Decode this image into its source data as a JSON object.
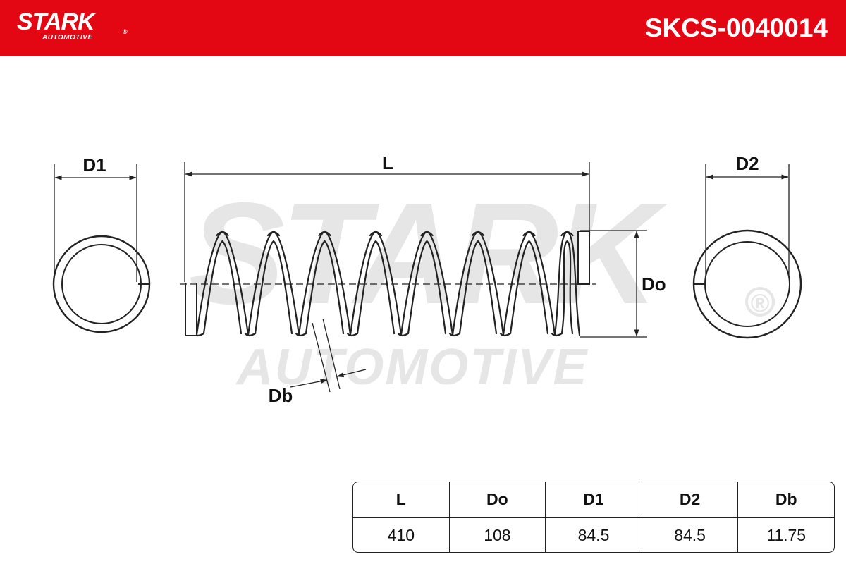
{
  "header": {
    "brand_name": "STARK",
    "brand_sub": "AUTOMOTIVE",
    "brand_reg": "®",
    "part_number": "SKCS-0040014",
    "color": "#e30613"
  },
  "watermark": {
    "brand_name": "STARK",
    "brand_sub": "AUTOMOTIVE",
    "brand_reg": "®"
  },
  "diagram": {
    "labels": {
      "d1": "D1",
      "l": "L",
      "d2": "D2",
      "do": "Do",
      "db": "Db"
    }
  },
  "spec_table": {
    "headers": [
      "L",
      "Do",
      "D1",
      "D2",
      "Db"
    ],
    "values": [
      "410",
      "108",
      "84.5",
      "84.5",
      "11.75"
    ]
  }
}
